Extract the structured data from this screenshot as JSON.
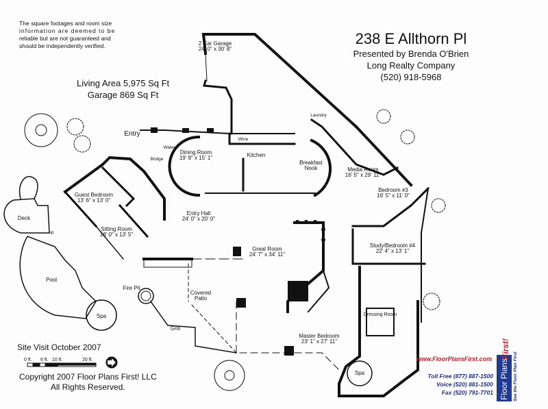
{
  "disclaimer": [
    "The square footages and room size",
    "information are deemed to be",
    "reliable but are not guaranteed and",
    "should be independently verified."
  ],
  "areas": {
    "living": "Living Area 5,975 Sq Ft",
    "garage": "Garage 869 Sq Ft"
  },
  "header": {
    "address": "238 E Allthorn Pl",
    "presented_by": "Presented by Brenda O'Brien",
    "company": "Long Realty Company",
    "phone": "(520) 918-5968"
  },
  "rooms": {
    "garage": {
      "name": "2 Car Garage",
      "dims": "24' 0\" x 30' 8\""
    },
    "laundry": {
      "name": "Laundry"
    },
    "wine": {
      "name": "Wine"
    },
    "entry": {
      "name": "Entry"
    },
    "water": {
      "name": "Water"
    },
    "bridge": {
      "name": "Bridge"
    },
    "dining": {
      "name": "Dining Room",
      "dims": "19' 9\" x 15' 1\""
    },
    "kitchen": {
      "name": "Kitchen"
    },
    "nook": {
      "name": "Breakfast",
      "name2": "Nook"
    },
    "media": {
      "name": "Media Room",
      "dims": "16' 5\" x 29' 11\""
    },
    "bed3": {
      "name": "Bedroom #3",
      "dims": "16' 5\" x 11' 0\""
    },
    "guest": {
      "name": "Guest Bedroom",
      "dims": "13' 6\" x 13' 0\""
    },
    "deck": {
      "name": "Deck"
    },
    "sitting": {
      "name": "Sitting Room",
      "dims": "18' 0\" x 13' 5\""
    },
    "entryhall": {
      "name": "Entry Hall",
      "dims": "24' 0\" x 20' 0\""
    },
    "great": {
      "name": "Great Room",
      "dims": "24' 7\" x 34' 11\""
    },
    "study": {
      "name": "Study/Bedroom #4",
      "dims": "22' 4\" x 13' 1\""
    },
    "pool": {
      "name": "Pool"
    },
    "firepit": {
      "name": "Fire Pit"
    },
    "patio": {
      "name": "Covered",
      "name2": "Patio"
    },
    "spa1": {
      "name": "Spa"
    },
    "dressing": {
      "name": "Dressing Room"
    },
    "grill": {
      "name": "Grill"
    },
    "master": {
      "name": "Master Bedroom",
      "dims": "23' 1\" x 27' 11\""
    },
    "spa2": {
      "name": "Spa"
    },
    "up": "up"
  },
  "footer": {
    "site_visit": "Site Visit October 2007",
    "scale": [
      "0 ft.",
      "6 ft.",
      "10 ft.",
      "20 ft."
    ],
    "copyright": "Copyright 2007 Floor Plans First! LLC",
    "rights": "All Rights Reserved.",
    "website": "www.FloorPlansFirst.com",
    "toll_free": "Toll Free (877) 887-1500",
    "voice": "Voice (520) 881-1500",
    "fax": "Fax (520) 791-7701",
    "logo_text": "Floor Plans",
    "logo_first": "First!",
    "logo_tagline": "See the Floor Plan First"
  },
  "colors": {
    "web": "#c0202a",
    "phone": "#1e2e8a",
    "logo": "#1f3a93"
  }
}
